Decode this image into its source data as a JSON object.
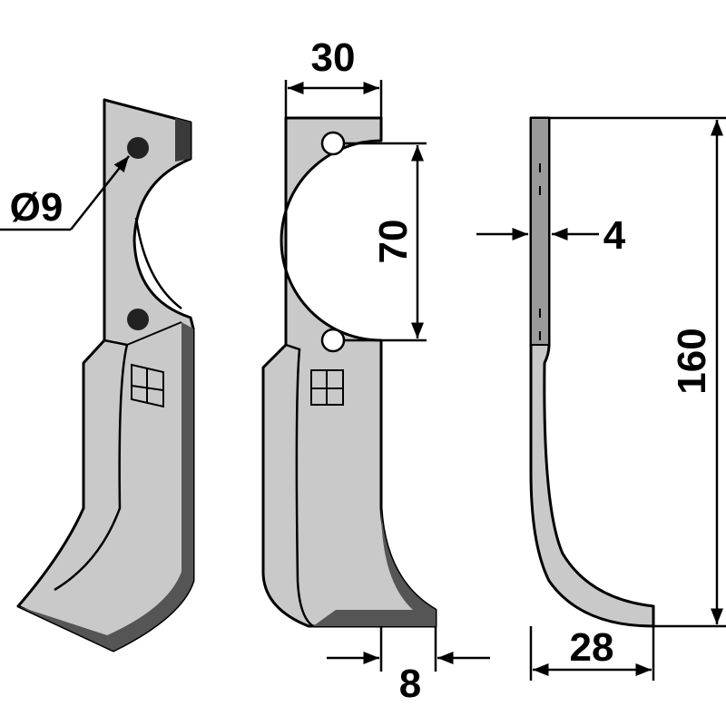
{
  "dimensions": {
    "width_top": "30",
    "hole_diameter": "Ø9",
    "hole_spacing": "70",
    "thickness": "4",
    "height": "160",
    "offset": "8",
    "bottom_width": "28"
  },
  "colors": {
    "blade_fill": "#c9c9c9",
    "blade_shade": "#8a8a8a",
    "outline": "#000000"
  }
}
